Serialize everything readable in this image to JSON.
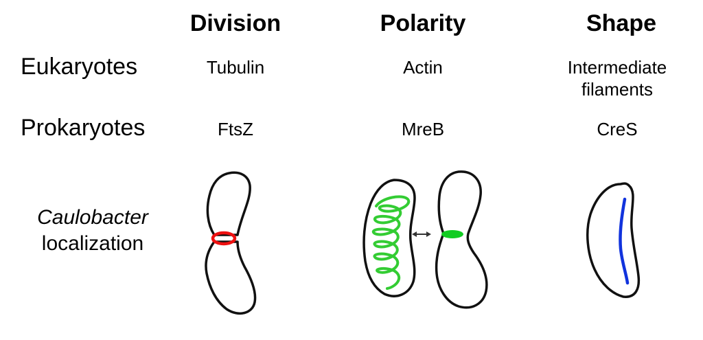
{
  "columns": {
    "division": "Division",
    "polarity": "Polarity",
    "shape": "Shape"
  },
  "rows": {
    "eukaryotes": {
      "label": "Eukaryotes",
      "division": "Tubulin",
      "polarity": "Actin",
      "shape_line1": "Intermediate",
      "shape_line2": "filaments"
    },
    "prokaryotes": {
      "label": "Prokaryotes",
      "division": "FtsZ",
      "polarity": "MreB",
      "shape": "CreS"
    },
    "localization": {
      "label_italic": "Caulobacter",
      "label_plain": "localization"
    }
  },
  "colors": {
    "ftsz_ring": "#ee1111",
    "mreb_helix": "#33cc33",
    "mreb_band": "#11cc22",
    "cres_filament": "#1133dd",
    "outline": "#111111"
  },
  "icons": {
    "exchange_arrow": "double-headed-arrow-icon"
  }
}
